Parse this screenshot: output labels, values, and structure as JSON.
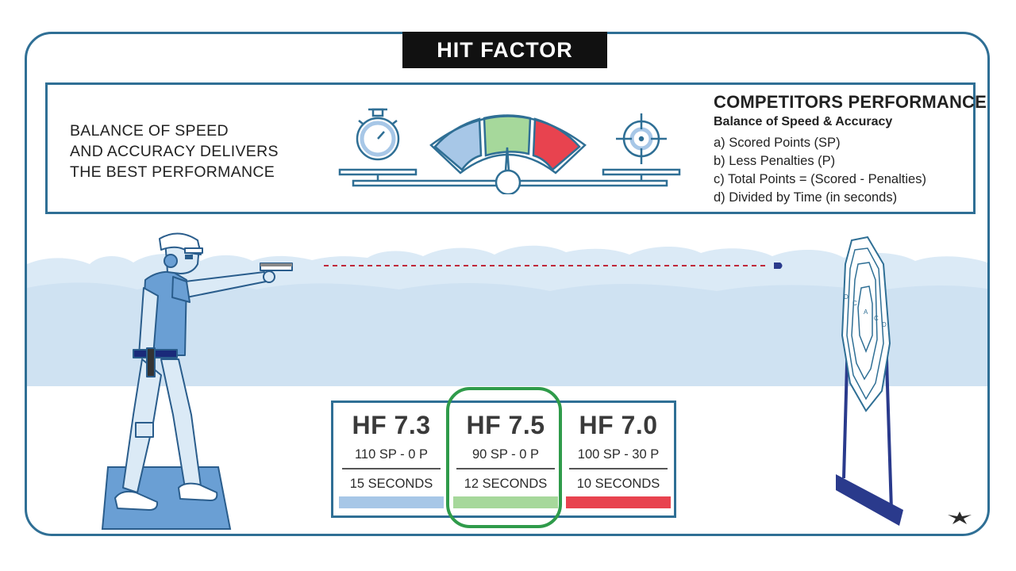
{
  "title": "HIT FACTOR",
  "tagline": [
    "BALANCE OF SPEED",
    "AND ACCURACY DELIVERS",
    "THE BEST PERFORMANCE"
  ],
  "performance": {
    "heading": "COMPETITORS PERFORMANCE",
    "subheading": "Balance of Speed & Accuracy",
    "items": [
      "a) Scored Points (SP)",
      "b) Less Penalties (P)",
      "c) Total Points = (Scored - Penalties)",
      "d) Divided by Time (in seconds)"
    ]
  },
  "target_zone_labels": [
    "D",
    "C",
    "A",
    "C",
    "D"
  ],
  "hit_factors": [
    {
      "value": "HF 7.3",
      "score": "110 SP - 0 P",
      "time": "15 SECONDS",
      "color": "#a7c7e7"
    },
    {
      "value": "HF 7.5",
      "score": "90 SP - 0 P",
      "time": "12 SECONDS",
      "color": "#a6d89b"
    },
    {
      "value": "HF 7.0",
      "score": "100 SP - 30 P",
      "time": "10 SECONDS",
      "color": "#e8434f"
    }
  ],
  "highlighted_index": 1,
  "colors": {
    "frame": "#2f6f95",
    "sky": "#dbeaf6",
    "gauge_blue": "#a7c7e7",
    "gauge_green": "#a6d89b",
    "gauge_red": "#e8434f",
    "highlight": "#2f9b4a",
    "target_stand": "#2a3a8c",
    "bullet_path": "#c0283a"
  },
  "icons": [
    "stopwatch-icon",
    "gauge-icon",
    "crosshair-icon",
    "shooter-illustration",
    "target-illustration",
    "logo-icon"
  ]
}
